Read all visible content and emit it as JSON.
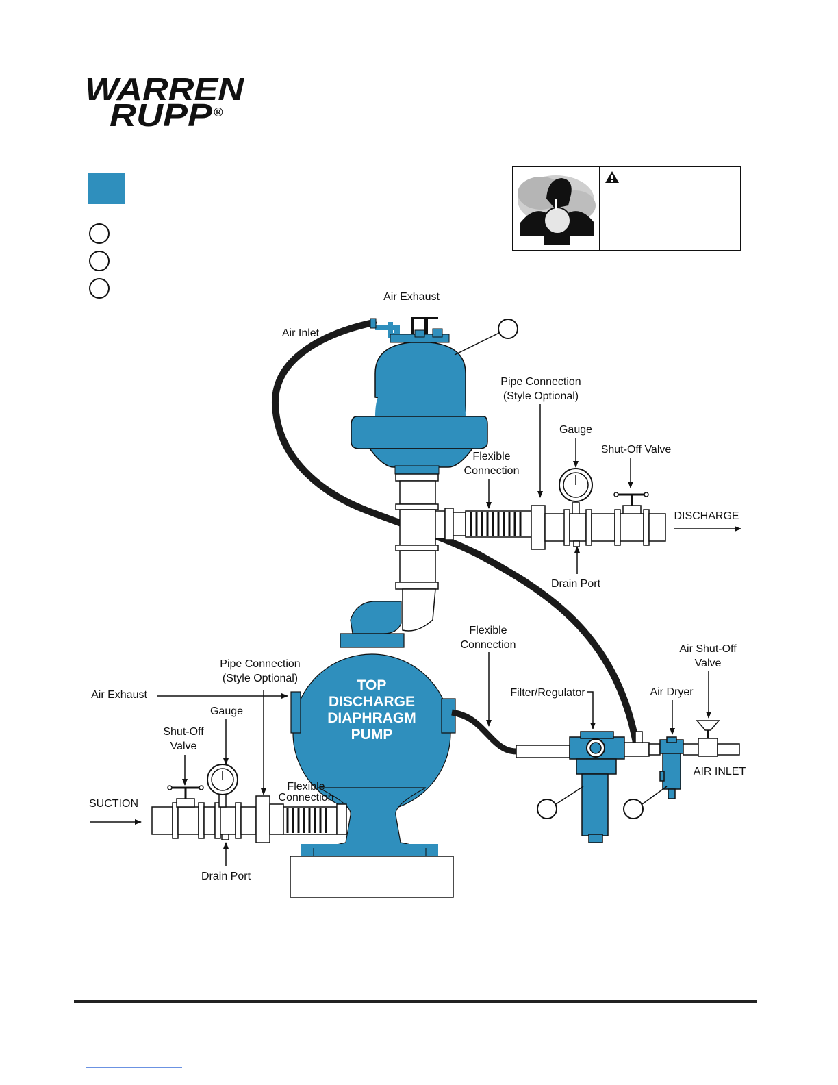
{
  "colors": {
    "accent": "#2f8fbd",
    "ink": "#111111",
    "hose": "#1a1a1a"
  },
  "brand": {
    "line1": "WARREN",
    "line2": "RUPP",
    "mark": "®"
  },
  "warning": {
    "icon": "warning-triangle-icon",
    "pictogram": "inhalation-hazard-icon"
  },
  "pump": {
    "title_lines": [
      "TOP",
      "DISCHARGE",
      "DIAPHRAGM",
      "PUMP"
    ]
  },
  "labels": {
    "air_exhaust_top": "Air Exhaust",
    "air_inlet_top": "Air Inlet",
    "pipe_connection_top_1": "Pipe Connection",
    "pipe_connection_top_2": "(Style Optional)",
    "gauge_top": "Gauge",
    "shutoff_top": "Shut-Off Valve",
    "flexible_top_1": "Flexible",
    "flexible_top_2": "Connection",
    "discharge": "DISCHARGE",
    "drain_port_top": "Drain Port",
    "flexible_mid_1": "Flexible",
    "flexible_mid_2": "Connection",
    "air_shutoff_1": "Air Shut-Off",
    "air_shutoff_2": "Valve",
    "pipe_connection_bot_1": "Pipe Connection",
    "pipe_connection_bot_2": "(Style Optional)",
    "air_exhaust_left": "Air Exhaust",
    "filter_regulator": "Filter/Regulator",
    "air_dryer": "Air Dryer",
    "gauge_bot": "Gauge",
    "shutoff_bot_1": "Shut-Off",
    "shutoff_bot_2": "Valve",
    "air_inlet_right": "AIR INLET",
    "flexible_bot_1": "Flexible",
    "flexible_bot_2": "Connection",
    "suction": "SUCTION",
    "drain_port_bot": "Drain Port"
  }
}
